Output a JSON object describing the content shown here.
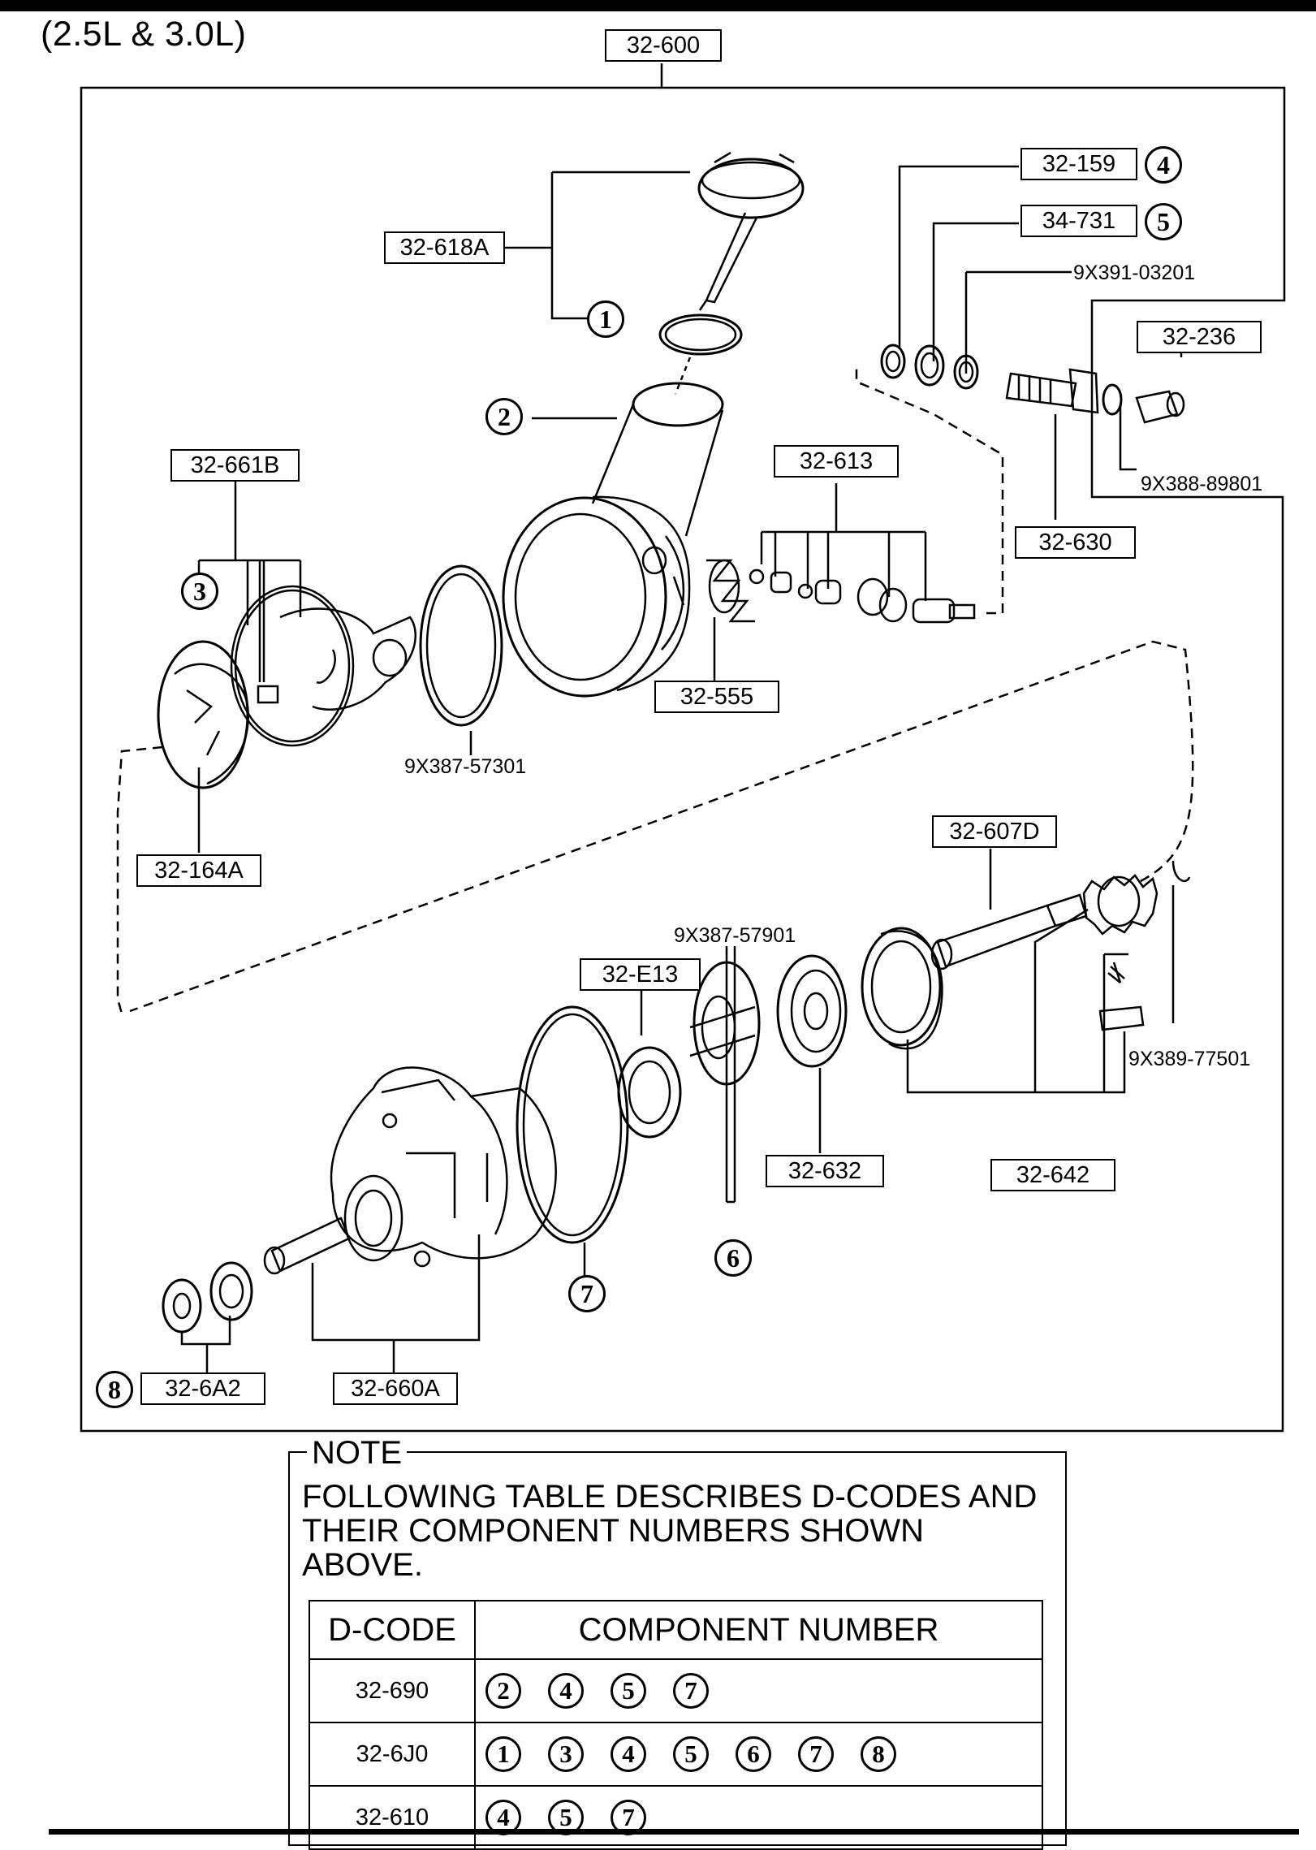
{
  "title": "(2.5L & 3.0L)",
  "labels": {
    "assembly": "32-600",
    "reservoir_cap": "32-618A",
    "washer_a": "32-159",
    "washer_b": "34-731",
    "oring_small": "9X391-03201",
    "fitting_nut": "32-236",
    "union_washer": "9X388-89801",
    "union_bolt": "32-630",
    "flow_control": "32-613",
    "spring": "32-555",
    "snap_ring": "9X387-57301",
    "rear_plate_kit": "32-661B",
    "pressure_plate": "32-164A",
    "shaft": "32-607D",
    "oring_mid": "9X387-57901",
    "seal_e13": "32-E13",
    "cam_ring": "32-632",
    "rotor_kit": "32-642",
    "pin": "9X389-77501",
    "seal_6a2": "32-6A2",
    "housing_kit": "32-660A"
  },
  "callouts": {
    "c1": "1",
    "c2": "2",
    "c3": "3",
    "c4": "4",
    "c5": "5",
    "c6": "6",
    "c7": "7",
    "c8": "8"
  },
  "note": {
    "heading": "NOTE",
    "text": "FOLLOWING TABLE DESCRIBES D-CODES AND THEIR COMPONENT NUMBERS SHOWN ABOVE.",
    "table": {
      "col_code": "D-CODE",
      "col_component": "COMPONENT NUMBER",
      "rows": [
        {
          "code": "32-690",
          "components": [
            "2",
            "4",
            "5",
            "7"
          ]
        },
        {
          "code": "32-6J0",
          "components": [
            "1",
            "3",
            "4",
            "5",
            "6",
            "7",
            "8"
          ]
        },
        {
          "code": "32-610",
          "components": [
            "4",
            "5",
            "7"
          ]
        }
      ]
    }
  }
}
